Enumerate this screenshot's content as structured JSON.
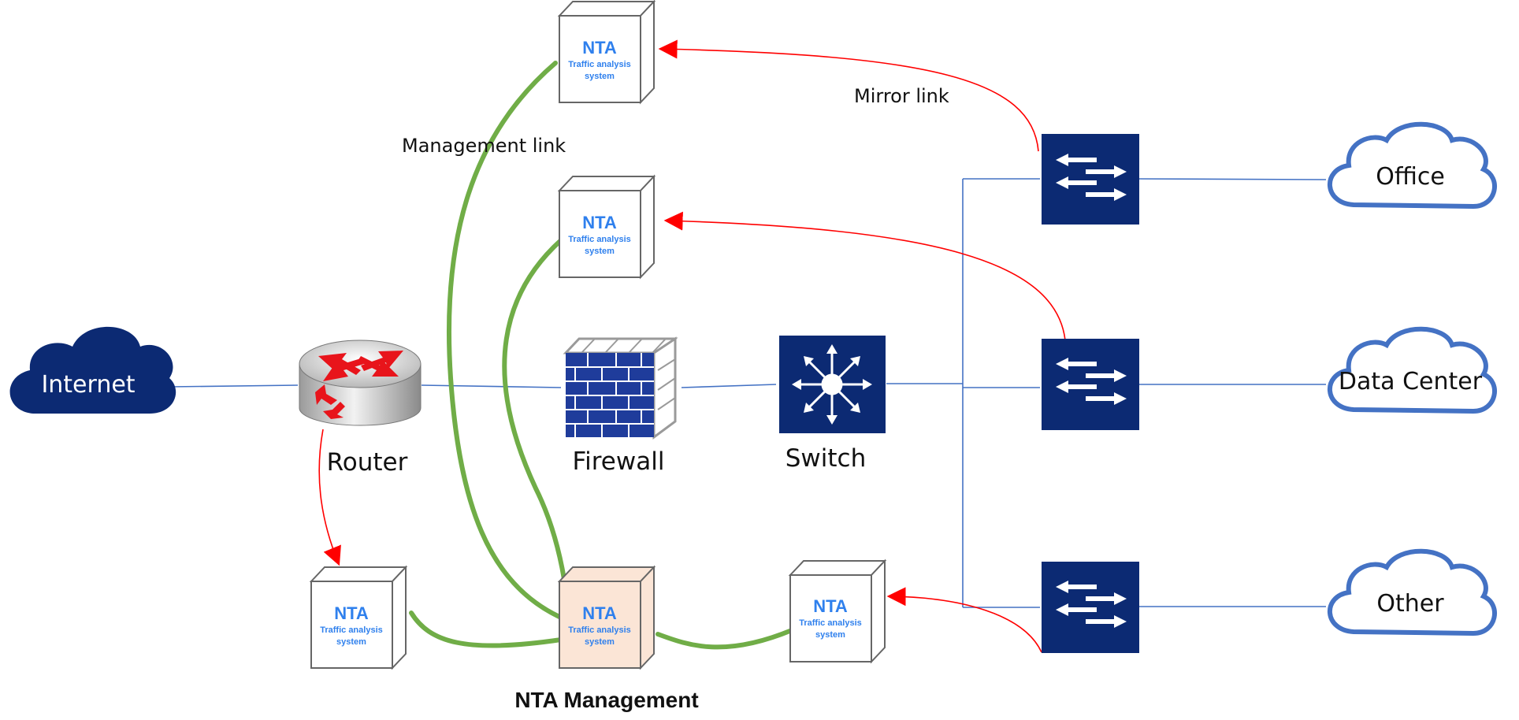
{
  "colors": {
    "navy": "#0c2a73",
    "cloud_outline": "#4472c4",
    "link_blue": "#4472c4",
    "mirror_red": "#ff0000",
    "mgmt_green": "#70ad47",
    "nta_text": "#2f80ed",
    "nta_face": "#ffffff",
    "nta_mgmt_face": "#fbe5d6",
    "firewall_blue": "#1f3c9b"
  },
  "nodes": {
    "internet": {
      "label": "Internet"
    },
    "router": {
      "label": "Router"
    },
    "firewall": {
      "label": "Firewall"
    },
    "switch": {
      "label": "Switch"
    },
    "office": {
      "label": "Office"
    },
    "data_center": {
      "label": "Data Center"
    },
    "other": {
      "label": "Other"
    }
  },
  "nta": {
    "title": "NTA",
    "subtitle_1": "Traffic analysis",
    "subtitle_2": "system"
  },
  "labels": {
    "mirror_link": "Mirror link",
    "management_link": "Management link",
    "nta_management": "NTA Management"
  }
}
